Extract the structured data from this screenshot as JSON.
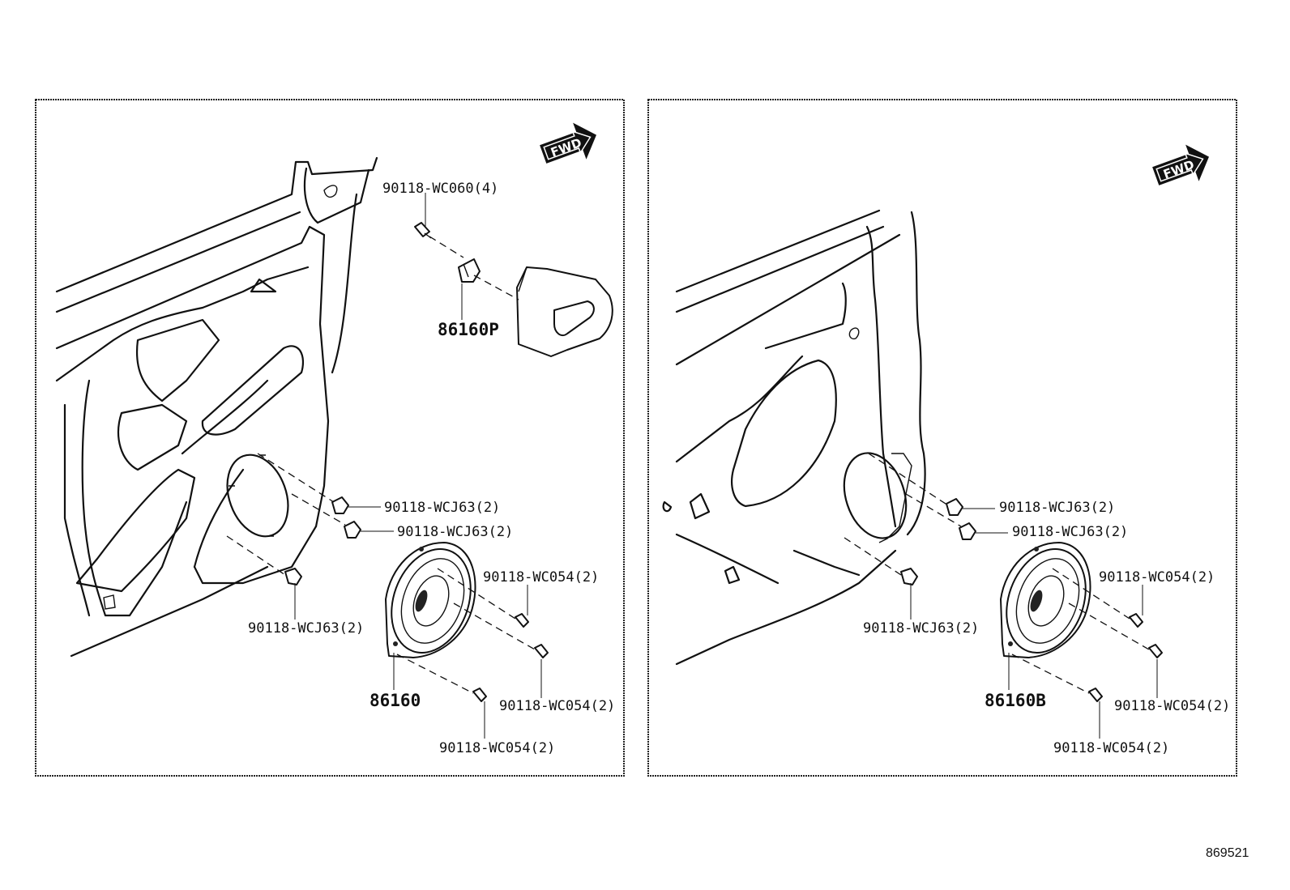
{
  "reference_number": "869521",
  "fwd_label": "FWD",
  "panels": [
    {
      "speaker": "86160",
      "bracket": "86160P",
      "bracket_screw": "90118-WC060(4)",
      "clip_upper_1": "90118-WCJ63(2)",
      "clip_upper_2": "90118-WCJ63(2)",
      "clip_lower": "90118-WCJ63(2)",
      "screw_1": "90118-WC054(2)",
      "screw_2": "90118-WC054(2)",
      "screw_3": "90118-WC054(2)"
    },
    {
      "speaker": "86160B",
      "clip_upper_1": "90118-WCJ63(2)",
      "clip_upper_2": "90118-WCJ63(2)",
      "clip_lower": "90118-WCJ63(2)",
      "screw_1": "90118-WC054(2)",
      "screw_2": "90118-WC054(2)",
      "screw_3": "90118-WC054(2)"
    }
  ]
}
